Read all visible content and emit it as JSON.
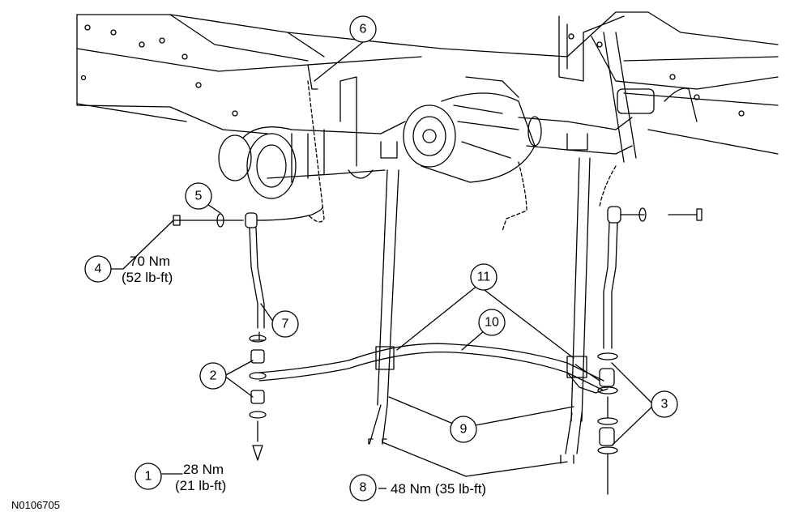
{
  "figure_id": "N0106705",
  "callouts": [
    {
      "num": "1",
      "lines": [
        "28 Nm",
        "(21 lb-ft)"
      ]
    },
    {
      "num": "2",
      "lines": []
    },
    {
      "num": "3",
      "lines": []
    },
    {
      "num": "4",
      "lines": [
        "70 Nm",
        "(52 lb-ft)"
      ]
    },
    {
      "num": "5",
      "lines": []
    },
    {
      "num": "6",
      "lines": []
    },
    {
      "num": "7",
      "lines": []
    },
    {
      "num": "8",
      "lines": [
        "48 Nm (35 lb-ft)"
      ]
    },
    {
      "num": "9",
      "lines": []
    },
    {
      "num": "10",
      "lines": []
    },
    {
      "num": "11",
      "lines": []
    }
  ]
}
